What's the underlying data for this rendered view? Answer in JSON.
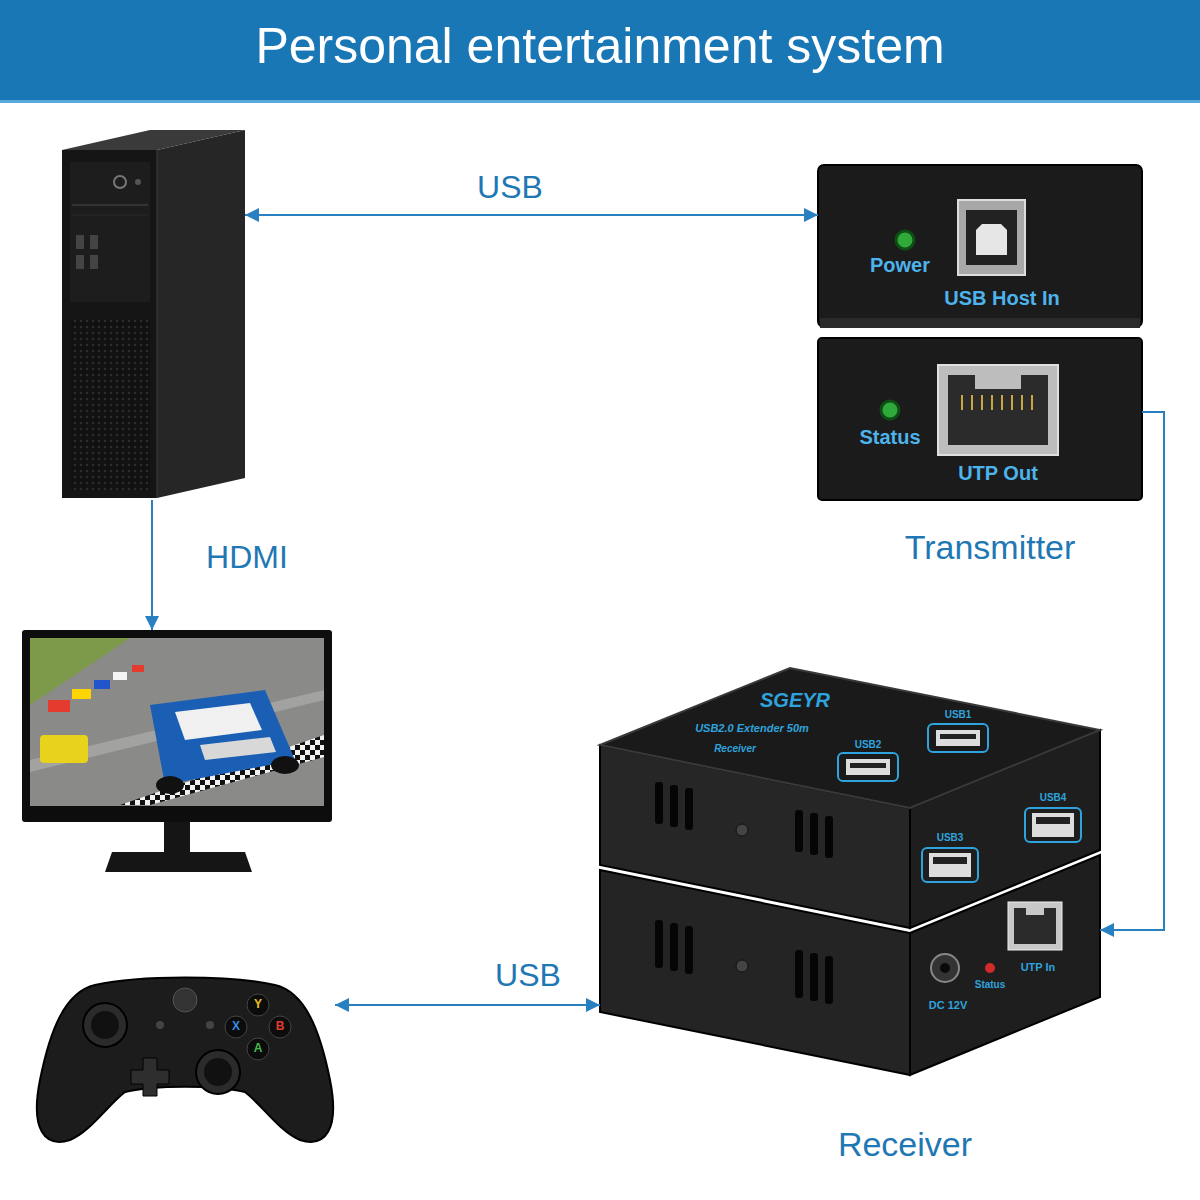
{
  "diagram": {
    "title": "Personal entertainment system",
    "nodes": [
      {
        "text": []
      },
      {
        "text": [
          "Power",
          "USB Host In"
        ]
      },
      {
        "text": [
          "Status",
          "UTP Out",
          "Transmitter"
        ]
      },
      {
        "text": []
      },
      {
        "text": [
          "SGEYR",
          "USB2.0 Extender 50m",
          "Receiver",
          "USB1",
          "USB2",
          "USB3",
          "USB4",
          "Status",
          "UTP In",
          "DC 12V",
          "Receiver"
        ]
      },
      {
        "text": [
          "Y",
          "X",
          "B",
          "A"
        ]
      }
    ],
    "edges": [
      {
        "from": 0,
        "to": 1,
        "label": "USB",
        "arrow": "both"
      },
      {
        "from": 0,
        "to": 3,
        "label": "HDMI",
        "arrow": "to"
      },
      {
        "from": 2,
        "to": 4,
        "arrow": "to"
      },
      {
        "from": 4,
        "to": 5,
        "label": "USB",
        "arrow": "both"
      }
    ]
  }
}
